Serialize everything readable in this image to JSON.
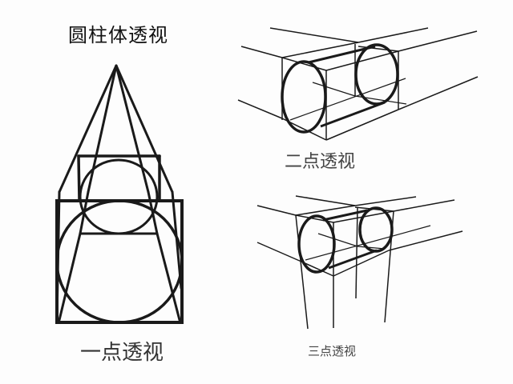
{
  "title": "圆柱体透视",
  "figures": [
    {
      "id": "one-point",
      "label": "一点透视"
    },
    {
      "id": "two-point",
      "label": "二点透视"
    },
    {
      "id": "three-point",
      "label": "三点透视"
    }
  ],
  "colors": {
    "stroke": "#1a1a1a",
    "text": "#333333",
    "background": "#fdfdfd"
  }
}
